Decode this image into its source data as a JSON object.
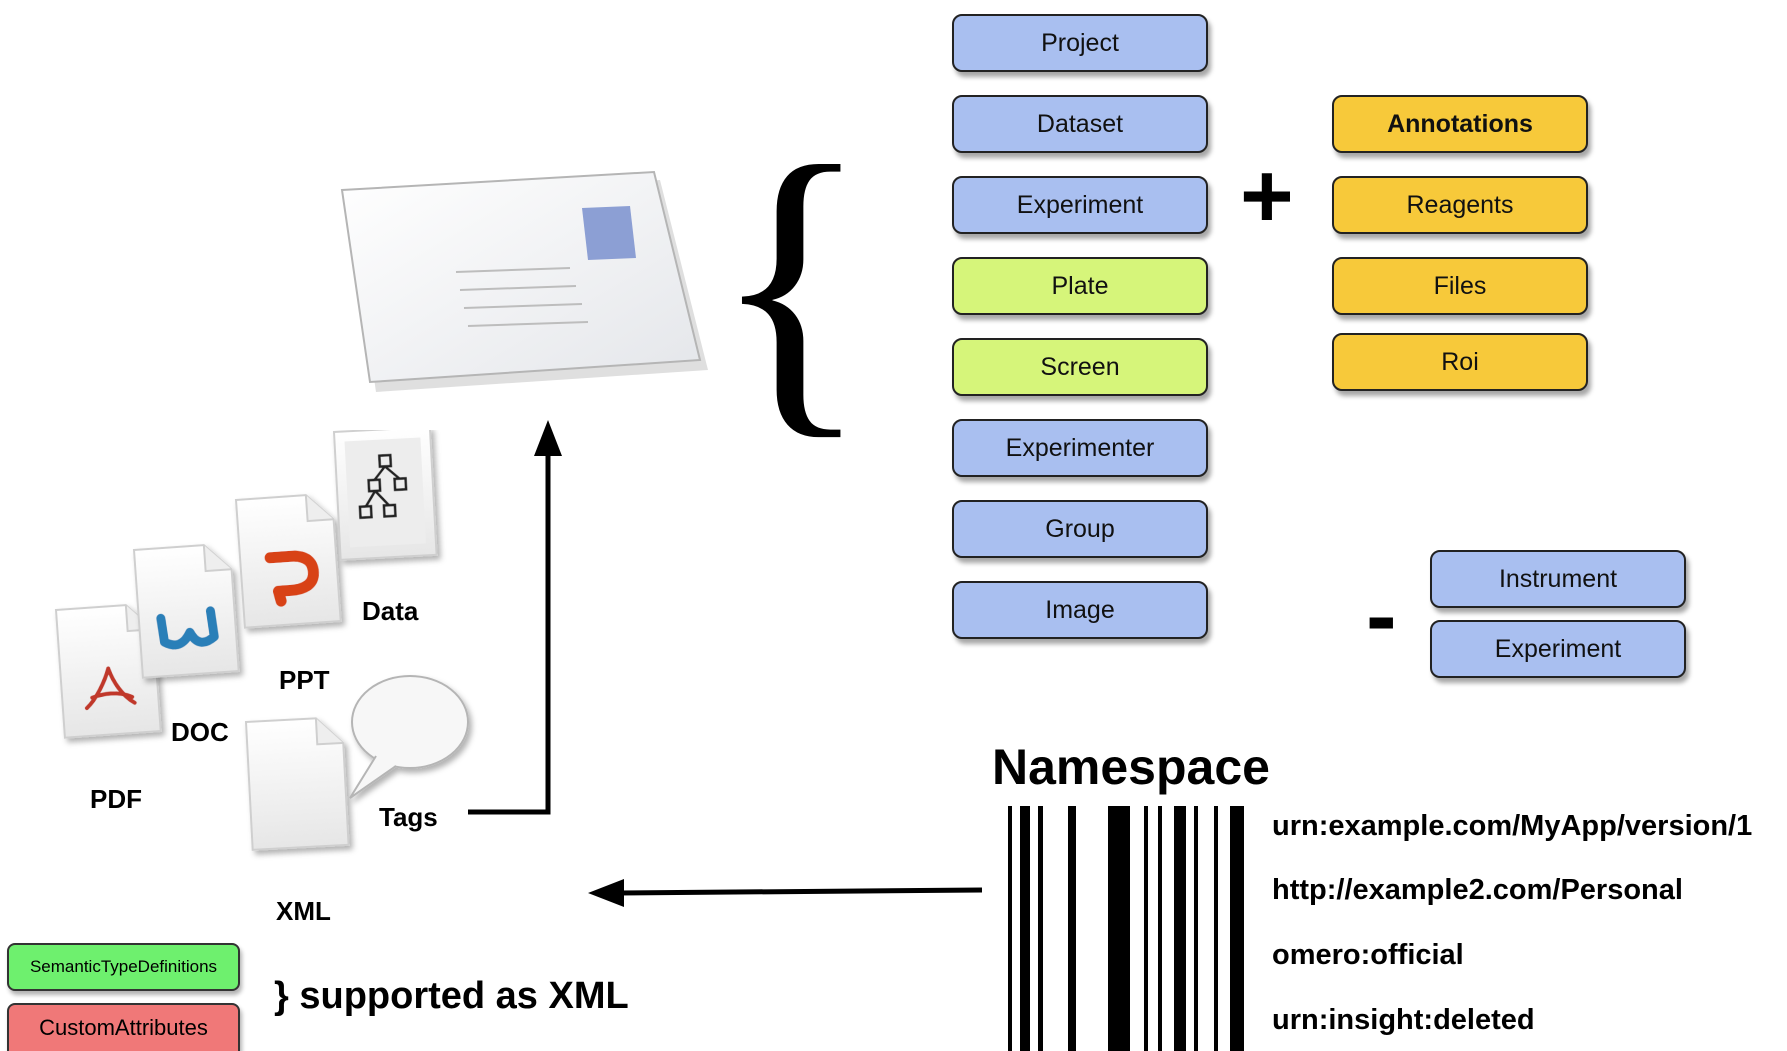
{
  "core_objects": [
    "Project",
    "Dataset",
    "Experiment",
    "Plate",
    "Screen",
    "Experimenter",
    "Group",
    "Image"
  ],
  "added_objects": [
    "Annotations",
    "Reagents",
    "Files",
    "Roi"
  ],
  "removed_objects": [
    "Instrument",
    "Experiment"
  ],
  "operators": {
    "plus": "+",
    "minus": "-",
    "brace": "{"
  },
  "file_types": {
    "data": "Data",
    "ppt": "PPT",
    "doc": "DOC",
    "pdf": "PDF",
    "tags": "Tags",
    "xml": "XML"
  },
  "namespace": {
    "title": "Namespace",
    "items": [
      "urn:example.com/MyApp/version/1",
      "http://example2.com/Personal",
      "omero:official",
      "urn:insight:deleted"
    ]
  },
  "legacy": {
    "items": [
      "SemanticTypeDefinitions",
      "CustomAttributes"
    ],
    "note": "} supported as XML"
  },
  "colors": {
    "core_blue": "#a9bff0",
    "core_green": "#d6f57a",
    "annotation_yellow": "#f7c93a",
    "legacy_green": "#6ef06e",
    "legacy_red": "#f07878",
    "stamp": "#8c9fd4"
  },
  "icons": [
    "envelope-icon",
    "data-tree-icon",
    "ppt-icon",
    "doc-icon",
    "pdf-icon",
    "speech-bubble-icon",
    "xml-file-icon",
    "barcode-icon"
  ]
}
